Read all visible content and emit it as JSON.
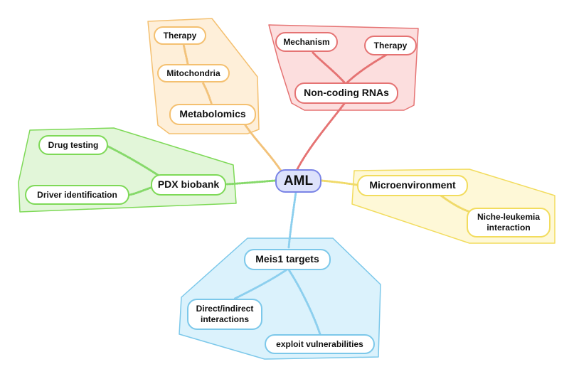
{
  "center": {
    "label": "AML",
    "color": "#7a84e6",
    "fill": "#dde2fb"
  },
  "branches": [
    {
      "id": "noncoding",
      "main": "Non-coding RNAs",
      "subs": [
        "Mechanism",
        "Therapy"
      ],
      "stroke": "#e57373",
      "fill": "#fbd3d3",
      "line": "#e57373"
    },
    {
      "id": "metabolomics",
      "main": "Metabolomics",
      "subs": [
        "Mitochondria",
        "Therapy"
      ],
      "stroke": "#f4c070",
      "fill": "#fde9cc",
      "line": "#f2c27a"
    },
    {
      "id": "pdx",
      "main": "PDX biobank",
      "subs": [
        "Drug testing",
        "Driver identification"
      ],
      "stroke": "#7ed957",
      "fill": "#d8f3cc",
      "line": "#86d96a"
    },
    {
      "id": "microenv",
      "main": "Microenvironment",
      "subs": [
        "Niche-leukemia interaction"
      ],
      "stroke": "#f2dc5d",
      "fill": "#fdf6c9",
      "line": "#f0da6a"
    },
    {
      "id": "meis1",
      "main": "Meis1 targets",
      "subs": [
        "Direct/indirect interactions",
        "exploit vulnerabilities"
      ],
      "stroke": "#7cc8ea",
      "fill": "#cfeefb",
      "line": "#8ccfee"
    }
  ]
}
